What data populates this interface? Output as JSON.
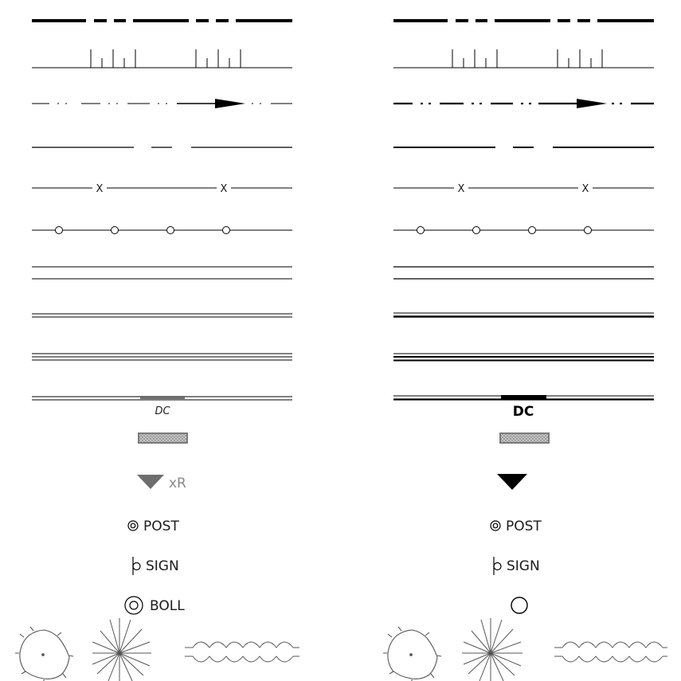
{
  "legend": {
    "left_panel": {
      "line_ticks": "",
      "dc_label": "DC",
      "triangle_label": "xR",
      "post_label": "POST",
      "sign_label": "SIGN",
      "boll_label": "BOLL"
    },
    "right_panel": {
      "dc_label": "DC",
      "post_label": "POST",
      "sign_label": "SIGN"
    },
    "x_marker": "X"
  },
  "colors": {
    "line": "#000000",
    "grey_marker": "#6e6e6e",
    "hatch_fill": "#7a7a7a",
    "tree_stroke": "#555555"
  }
}
